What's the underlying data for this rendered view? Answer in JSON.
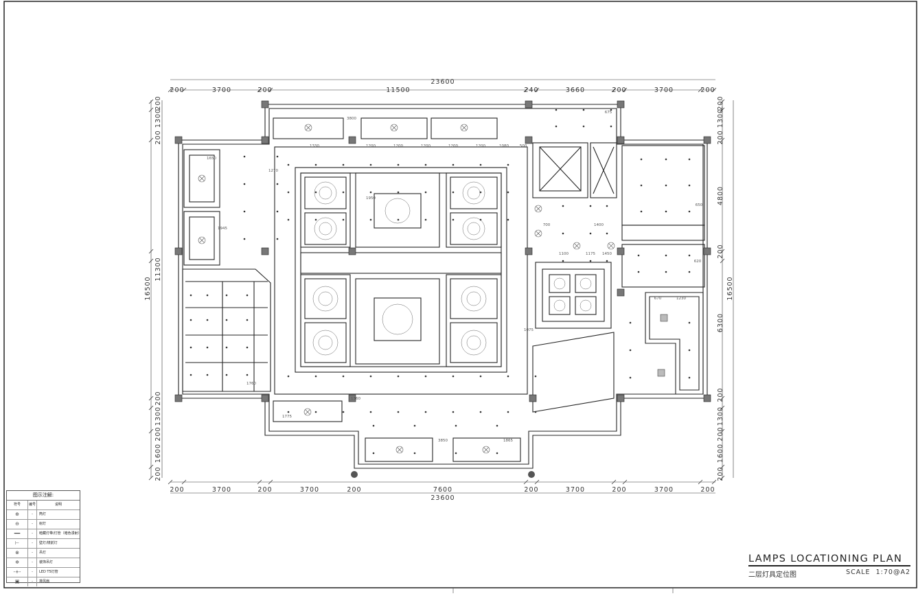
{
  "drawing": {
    "title": "LAMPS LOCATIONING PLAN",
    "subtitle": "二层灯具定位图",
    "scale_label": "SCALE",
    "scale_value": "1:70@A2"
  },
  "dimensions": {
    "top_total": "23600",
    "top_segments": [
      "200",
      "3700",
      "200",
      "11500",
      "240",
      "3660",
      "200",
      "3700",
      "200"
    ],
    "bottom_total": "23600",
    "bottom_segments": [
      "200",
      "3700",
      "200",
      "3700",
      "200",
      "7600",
      "200",
      "3700",
      "200",
      "3700",
      "200"
    ],
    "left_total": "16500",
    "left_mid": "11300",
    "left_top": [
      "200",
      "1300",
      "200"
    ],
    "left_bottom": [
      "200",
      "1300",
      "200",
      "1600",
      "200"
    ],
    "right_total": "16500",
    "right_segments": [
      "200",
      "1300",
      "200",
      "4800",
      "200",
      "6300",
      "200",
      "1300",
      "200",
      "1600",
      "200"
    ],
    "inner_labels": [
      "1200",
      "1200",
      "1200",
      "1200",
      "1200",
      "1330",
      "1080",
      "500",
      "1075",
      "3800",
      "3850",
      "1950",
      "1270",
      "1650",
      "1945",
      "1760",
      "675",
      "650",
      "620",
      "700",
      "1100",
      "1400",
      "1450",
      "1175",
      "1230",
      "670",
      "1360",
      "1775",
      "1865"
    ]
  },
  "legend": {
    "title": "图示注解:",
    "headers": [
      "符号",
      "编号",
      "说明"
    ],
    "rows": [
      {
        "symbol": "⊕",
        "code": "-",
        "desc": "筒灯"
      },
      {
        "symbol": "⊖",
        "code": "-",
        "desc": "射灯"
      },
      {
        "symbol": "━━",
        "code": "-",
        "desc": "暗藏灯带/灯管（暗色漫射）"
      },
      {
        "symbol": "⊢",
        "code": "-",
        "desc": "壁灯/镜前灯"
      },
      {
        "symbol": "⊗",
        "code": "-",
        "desc": "吊灯"
      },
      {
        "symbol": "✲",
        "code": "-",
        "desc": "装饰吊灯"
      },
      {
        "symbol": "-+-",
        "code": "-",
        "desc": "LED T5灯管"
      },
      {
        "symbol": "▣",
        "code": "-",
        "desc": "排风扇"
      }
    ]
  }
}
